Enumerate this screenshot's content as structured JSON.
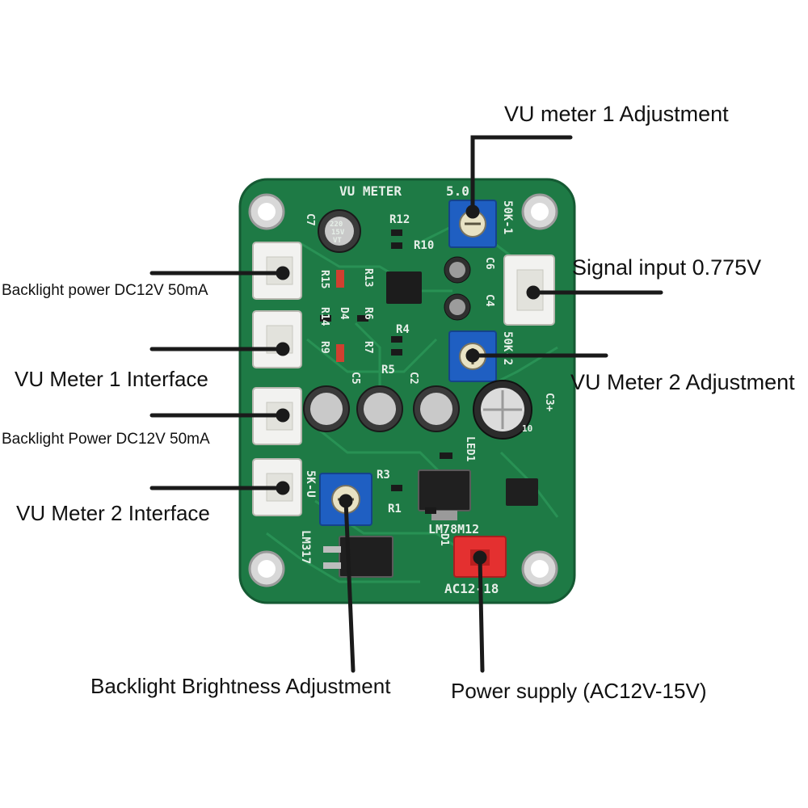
{
  "callouts": {
    "vu1_adjust": "VU meter 1 Adjustment",
    "signal_input": "Signal input 0.775V",
    "vu2_adjust": "VU Meter 2 Adjustment",
    "backlight_power_1": "Backlight power DC12V 50mA",
    "vu1_interface": "VU Meter 1 Interface",
    "backlight_power_2": "Backlight Power DC12V 50mA",
    "vu2_interface": "VU Meter 2 Interface",
    "backlight_brightness": "Backlight Brightness Adjustment",
    "power_supply": "Power supply (AC12V-15V)"
  },
  "board_silkscreen": {
    "title": "VU METER",
    "pot1": "5.0",
    "pot1_side": "50K-1",
    "pot2_side": "50K-2",
    "pot3_side": "5K-U",
    "cap_c7": "C7",
    "cap_c6": "C6",
    "cap_c4": "C4",
    "cap_c5": "C5",
    "cap_c2": "C2",
    "cap_c3": "C3+",
    "r12": "R12",
    "r10": "R10",
    "r13": "R13",
    "r15": "R15",
    "r14": "R14",
    "r6": "R6",
    "r9": "R9",
    "r7": "R7",
    "r4": "R4",
    "r5": "R5",
    "r3": "R3",
    "r1": "R1",
    "d4": "D4",
    "d1": "D1",
    "led1": "LED1",
    "reg_main": "LM78M12",
    "reg_lm317": "LM317",
    "power_connector": "AC12-18",
    "cap_value_1": "220",
    "cap_value_2": "15V",
    "cap_value_3": "VT",
    "big_cap_value": "10"
  },
  "colors": {
    "pcb": "#1e7a45",
    "pcb_dark": "#17643a",
    "trace": "#2a9456",
    "trimpot": "#1f5fc2",
    "connector_white": "#f2f2f0",
    "connector_red": "#e43030",
    "line": "#1a1a1a"
  }
}
